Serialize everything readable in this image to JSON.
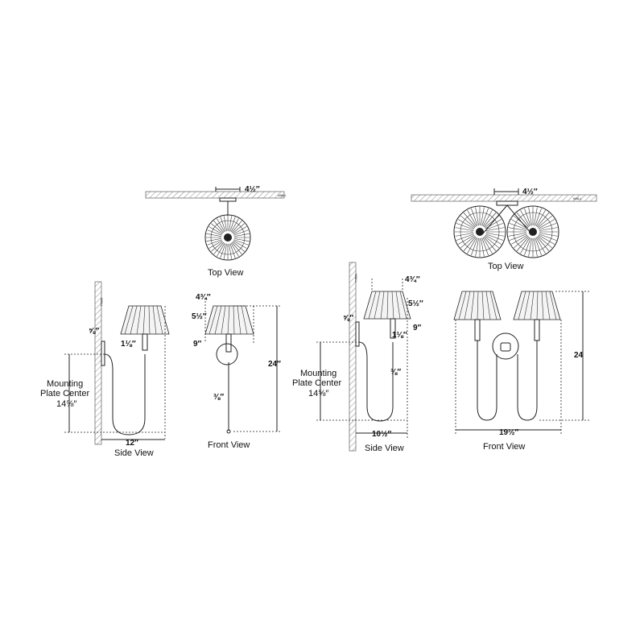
{
  "views": {
    "top_view": "Top View",
    "side_view": "Side View",
    "front_view": "Front View"
  },
  "wall_tag": "WALL",
  "mounting": {
    "line1": "Mounting",
    "line2": "Plate Center",
    "value": "14⅝″"
  },
  "single": {
    "top_plate": "4½″",
    "side_offset": "⅝″",
    "side_arm": "1⅛″",
    "side_depth": "12″",
    "front_top": "4¾″",
    "front_shade": "5½″",
    "front_base": "9″",
    "front_height": "24″",
    "front_stem": "⅜″"
  },
  "double": {
    "top_plate": "4½″",
    "side_offset": "⅝″",
    "side_top": "4¾″",
    "side_shade": "5½″",
    "side_arm": "1⅛″",
    "side_base": "9″",
    "side_stem": "⅜″",
    "side_depth": "10½″",
    "front_width": "19½″",
    "front_height": "24"
  }
}
